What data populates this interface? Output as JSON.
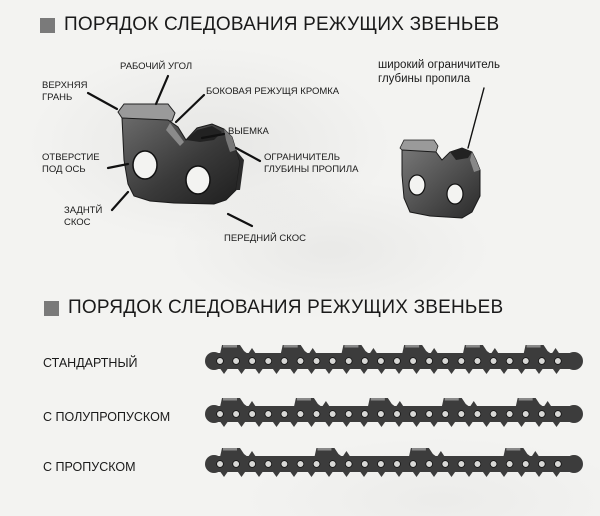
{
  "diagram_title": "ПОРЯДОК СЛЕДОВАНИЯ РЕЖУЩИХ ЗВЕНЬЕВ",
  "parts": {
    "top_plate": "ВЕРХНЯЯ\nГРАНЬ",
    "working_angle": "РАБОЧИЙ УГОЛ",
    "side_cutting_edge": "БОКОВАЯ РЕЖУЩЯ КРОМКА",
    "gullet": "ВЫЕМКА",
    "depth_gauge": "ОГРАНИЧИТЕЛЬ\nГЛУБИНЫ ПРОПИЛА",
    "axle_hole": "ОТВЕРСТИЕ\nПОД ОСЬ",
    "rear_bevel": "ЗАДНТЙ\nСКОС",
    "front_bevel": "ПЕРЕДНИЙ СКОС",
    "wide_depth_gauge": "широкий ограничитель\nглубины пропила"
  },
  "sequence_title": "ПОРЯДОК СЛЕДОВАНИЯ РЕЖУЩИХ ЗВЕНЬЕВ",
  "chains": [
    {
      "label": "СТАНДАРТНЫЙ",
      "cutters": 6
    },
    {
      "label": "С ПОЛУПРОПУСКОМ",
      "cutters": 5
    },
    {
      "label": "С ПРОПУСКОМ",
      "cutters": 4
    }
  ],
  "colors": {
    "metal": "#3c3c3c",
    "metal_light": "#8a8a8a",
    "bullet": "#7a7a7a"
  }
}
